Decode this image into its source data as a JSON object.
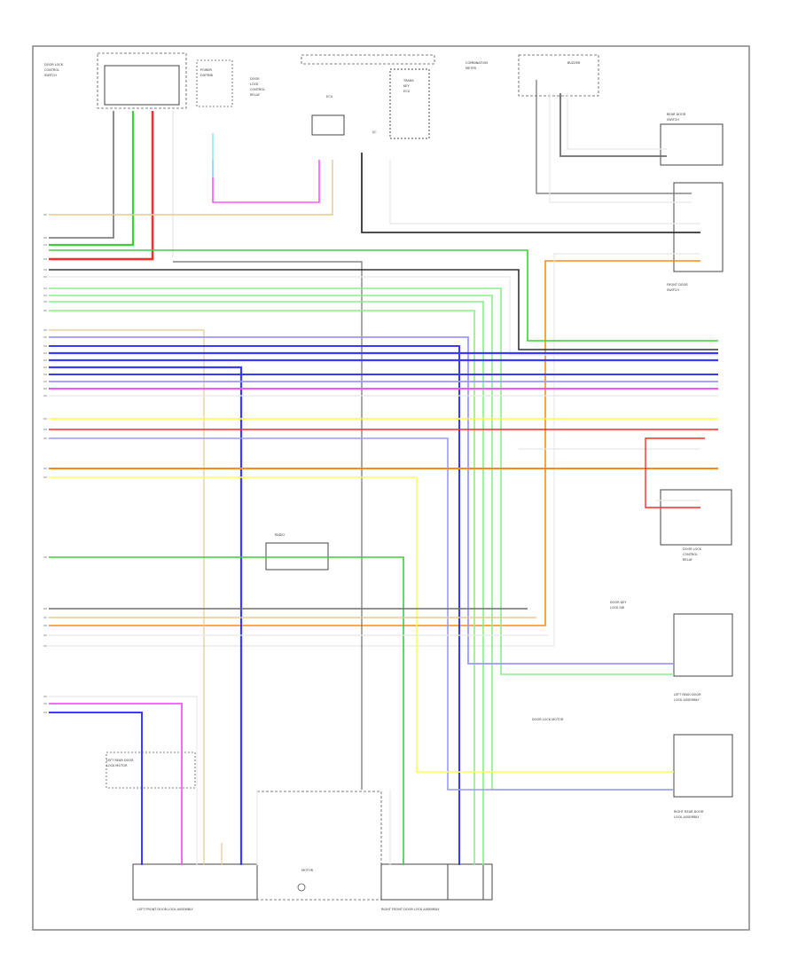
{
  "diagram": {
    "footer_code": "",
    "component_labels": [
      "RADIO",
      "LEFT REAR DOOR LOCK MOTOR",
      "LEFT FRONT DOOR LOCK ASSEMBLY",
      "RIGHT FRONT DOOR LOCK ASSEMBLY"
    ],
    "colors": {
      "GRY": "#6f6f6f",
      "GRN": "#3ad13a",
      "LT_GRN": "#88ee88",
      "RED": "#ff2a2a",
      "BLU": "#3b3bff",
      "LT_BLU": "#9a9aff",
      "PNK": "#ff55ff",
      "YEL": "#ffff55",
      "ORG": "#ff8a1a",
      "TAN": "#e8c890",
      "WHT": "#e8e8e8",
      "BLK": "#333333",
      "CYAN": "#8fe8ff",
      "BRN": "#c8a46a"
    }
  }
}
